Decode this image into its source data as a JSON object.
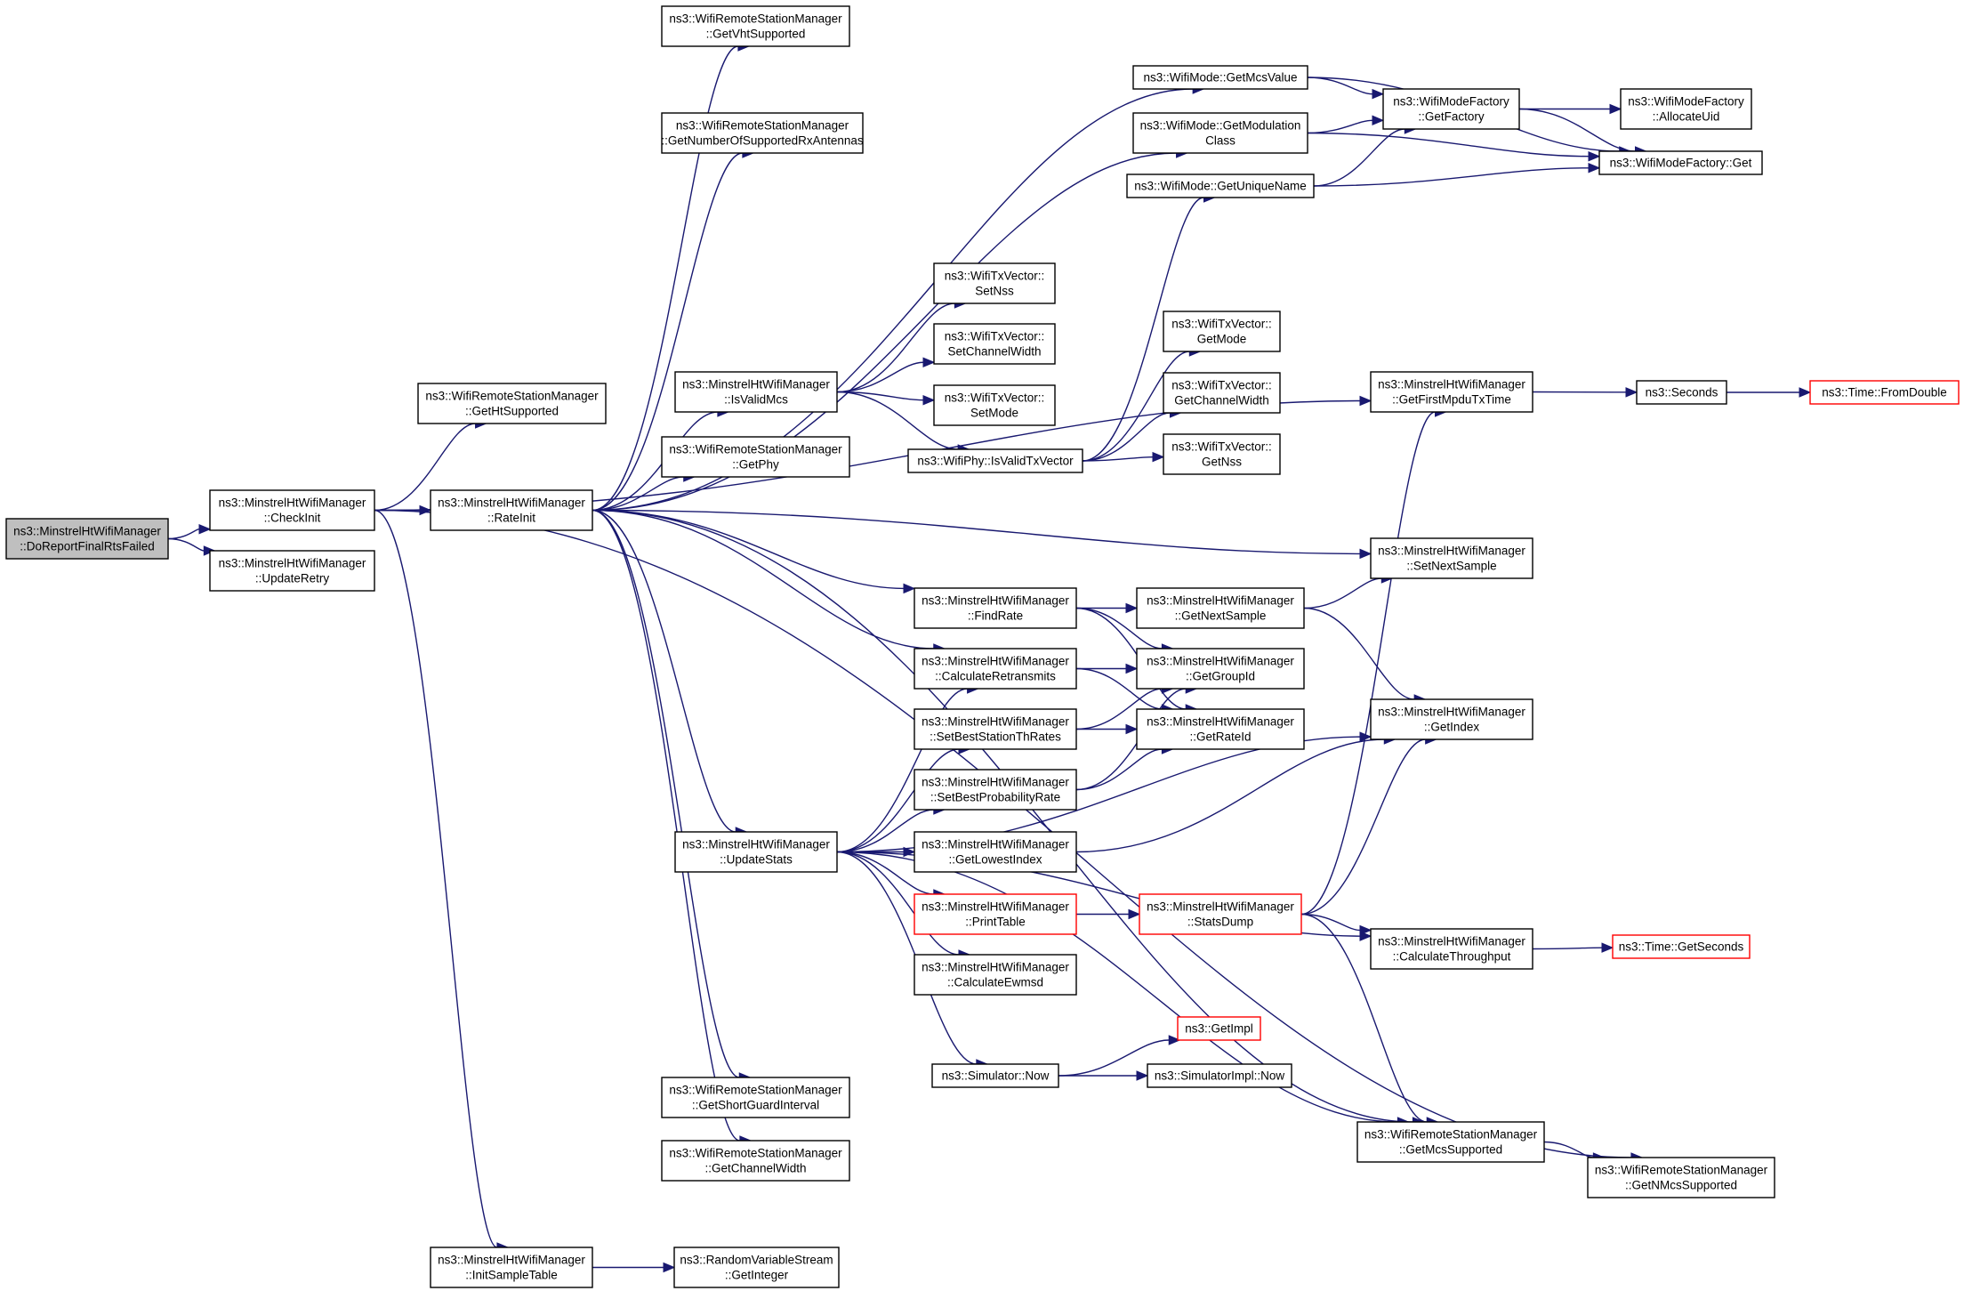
{
  "colors": {
    "edge": "#191970",
    "node_border": "#000000",
    "node_border_truncated": "#ff0000",
    "root_fill": "#bfbfbf",
    "node_fill": "#ffffff",
    "text": "#000000"
  },
  "nodes": [
    {
      "id": "DoReportFinalRtsFailed",
      "lines": [
        "ns3::MinstrelHtWifiManager",
        "::DoReportFinalRtsFailed"
      ],
      "root": true
    },
    {
      "id": "CheckInit",
      "lines": [
        "ns3::MinstrelHtWifiManager",
        "::CheckInit"
      ]
    },
    {
      "id": "UpdateRetry",
      "lines": [
        "ns3::MinstrelHtWifiManager",
        "::UpdateRetry"
      ]
    },
    {
      "id": "GetHtSupported",
      "lines": [
        "ns3::WifiRemoteStationManager",
        "::GetHtSupported"
      ]
    },
    {
      "id": "RateInit",
      "lines": [
        "ns3::MinstrelHtWifiManager",
        "::RateInit"
      ]
    },
    {
      "id": "InitSampleTable",
      "lines": [
        "ns3::MinstrelHtWifiManager",
        "::InitSampleTable"
      ]
    },
    {
      "id": "GetVhtSupported",
      "lines": [
        "ns3::WifiRemoteStationManager",
        "::GetVhtSupported"
      ]
    },
    {
      "id": "GetNumberOfSupportedRxAntennas",
      "lines": [
        "ns3::WifiRemoteStationManager",
        "::GetNumberOfSupportedRxAntennas"
      ]
    },
    {
      "id": "IsValidMcs",
      "lines": [
        "ns3::MinstrelHtWifiManager",
        "::IsValidMcs"
      ]
    },
    {
      "id": "GetPhy",
      "lines": [
        "ns3::WifiRemoteStationManager",
        "::GetPhy"
      ]
    },
    {
      "id": "UpdateStats",
      "lines": [
        "ns3::MinstrelHtWifiManager",
        "::UpdateStats"
      ]
    },
    {
      "id": "GetShortGuardInterval",
      "lines": [
        "ns3::WifiRemoteStationManager",
        "::GetShortGuardInterval"
      ]
    },
    {
      "id": "GetChannelWidth",
      "lines": [
        "ns3::WifiRemoteStationManager",
        "::GetChannelWidth"
      ]
    },
    {
      "id": "GetInteger",
      "lines": [
        "ns3::RandomVariableStream",
        "::GetInteger"
      ]
    },
    {
      "id": "SetNss",
      "lines": [
        "ns3::WifiTxVector::",
        "SetNss"
      ]
    },
    {
      "id": "SetChannelWidth",
      "lines": [
        "ns3::WifiTxVector::",
        "SetChannelWidth"
      ]
    },
    {
      "id": "SetMode",
      "lines": [
        "ns3::WifiTxVector::",
        "SetMode"
      ]
    },
    {
      "id": "IsValidTxVector",
      "lines": [
        "ns3::WifiPhy::IsValidTxVector"
      ]
    },
    {
      "id": "FindRate",
      "lines": [
        "ns3::MinstrelHtWifiManager",
        "::FindRate"
      ]
    },
    {
      "id": "CalculateRetransmits",
      "lines": [
        "ns3::MinstrelHtWifiManager",
        "::CalculateRetransmits"
      ]
    },
    {
      "id": "SetBestStationThRates",
      "lines": [
        "ns3::MinstrelHtWifiManager",
        "::SetBestStationThRates"
      ]
    },
    {
      "id": "SetBestProbabilityRate",
      "lines": [
        "ns3::MinstrelHtWifiManager",
        "::SetBestProbabilityRate"
      ]
    },
    {
      "id": "GetLowestIndex",
      "lines": [
        "ns3::MinstrelHtWifiManager",
        "::GetLowestIndex"
      ]
    },
    {
      "id": "PrintTable",
      "lines": [
        "ns3::MinstrelHtWifiManager",
        "::PrintTable"
      ],
      "truncated": true
    },
    {
      "id": "CalculateEwmsd",
      "lines": [
        "ns3::MinstrelHtWifiManager",
        "::CalculateEwmsd"
      ]
    },
    {
      "id": "SimulatorNow",
      "lines": [
        "ns3::Simulator::Now"
      ]
    },
    {
      "id": "GetMcsValue",
      "lines": [
        "ns3::WifiMode::GetMcsValue"
      ]
    },
    {
      "id": "GetModulationClass",
      "lines": [
        "ns3::WifiMode::GetModulation",
        "Class"
      ]
    },
    {
      "id": "GetUniqueName",
      "lines": [
        "ns3::WifiMode::GetUniqueName"
      ]
    },
    {
      "id": "TxGetMode",
      "lines": [
        "ns3::WifiTxVector::",
        "GetMode"
      ]
    },
    {
      "id": "TxGetChannelWidth",
      "lines": [
        "ns3::WifiTxVector::",
        "GetChannelWidth"
      ]
    },
    {
      "id": "TxGetNss",
      "lines": [
        "ns3::WifiTxVector::",
        "GetNss"
      ]
    },
    {
      "id": "GetNextSample",
      "lines": [
        "ns3::MinstrelHtWifiManager",
        "::GetNextSample"
      ]
    },
    {
      "id": "GetGroupId",
      "lines": [
        "ns3::MinstrelHtWifiManager",
        "::GetGroupId"
      ]
    },
    {
      "id": "GetRateId",
      "lines": [
        "ns3::MinstrelHtWifiManager",
        "::GetRateId"
      ]
    },
    {
      "id": "StatsDump",
      "lines": [
        "ns3::MinstrelHtWifiManager",
        "::StatsDump"
      ],
      "truncated": true
    },
    {
      "id": "GetImpl",
      "lines": [
        "ns3::GetImpl"
      ],
      "truncated": true
    },
    {
      "id": "SimulatorImplNow",
      "lines": [
        "ns3::SimulatorImpl::Now"
      ]
    },
    {
      "id": "GetFactory",
      "lines": [
        "ns3::WifiModeFactory",
        "::GetFactory"
      ]
    },
    {
      "id": "WifiModeFactoryGet",
      "lines": [
        "ns3::WifiModeFactory::Get"
      ]
    },
    {
      "id": "AllocateUid",
      "lines": [
        "ns3::WifiModeFactory",
        "::AllocateUid"
      ]
    },
    {
      "id": "GetFirstMpduTxTime",
      "lines": [
        "ns3::MinstrelHtWifiManager",
        "::GetFirstMpduTxTime"
      ]
    },
    {
      "id": "SetNextSample",
      "lines": [
        "ns3::MinstrelHtWifiManager",
        "::SetNextSample"
      ]
    },
    {
      "id": "GetIndex",
      "lines": [
        "ns3::MinstrelHtWifiManager",
        "::GetIndex"
      ]
    },
    {
      "id": "CalculateThroughput",
      "lines": [
        "ns3::MinstrelHtWifiManager",
        "::CalculateThroughput"
      ]
    },
    {
      "id": "GetMcsSupported",
      "lines": [
        "ns3::WifiRemoteStationManager",
        "::GetMcsSupported"
      ]
    },
    {
      "id": "GetNMcsSupported",
      "lines": [
        "ns3::WifiRemoteStationManager",
        "::GetNMcsSupported"
      ]
    },
    {
      "id": "Seconds",
      "lines": [
        "ns3::Seconds"
      ]
    },
    {
      "id": "FromDouble",
      "lines": [
        "ns3::Time::FromDouble"
      ],
      "truncated": true
    },
    {
      "id": "GetSeconds",
      "lines": [
        "ns3::Time::GetSeconds"
      ],
      "truncated": true
    }
  ],
  "edges": [
    [
      "DoReportFinalRtsFailed",
      "CheckInit"
    ],
    [
      "DoReportFinalRtsFailed",
      "UpdateRetry"
    ],
    [
      "CheckInit",
      "GetHtSupported"
    ],
    [
      "CheckInit",
      "RateInit"
    ],
    [
      "CheckInit",
      "InitSampleTable"
    ],
    [
      "CheckInit",
      "GetFirstMpduTxTime"
    ],
    [
      "CheckInit",
      "GetNMcsSupported"
    ],
    [
      "RateInit",
      "GetVhtSupported"
    ],
    [
      "RateInit",
      "GetNumberOfSupportedRxAntennas"
    ],
    [
      "RateInit",
      "IsValidMcs"
    ],
    [
      "RateInit",
      "GetPhy"
    ],
    [
      "RateInit",
      "UpdateStats"
    ],
    [
      "RateInit",
      "GetShortGuardInterval"
    ],
    [
      "RateInit",
      "GetChannelWidth"
    ],
    [
      "RateInit",
      "GetMcsValue"
    ],
    [
      "RateInit",
      "GetModulationClass"
    ],
    [
      "RateInit",
      "FindRate"
    ],
    [
      "RateInit",
      "CalculateRetransmits"
    ],
    [
      "RateInit",
      "SetNextSample"
    ],
    [
      "RateInit",
      "GetMcsSupported"
    ],
    [
      "InitSampleTable",
      "GetInteger"
    ],
    [
      "IsValidMcs",
      "SetNss"
    ],
    [
      "IsValidMcs",
      "SetChannelWidth"
    ],
    [
      "IsValidMcs",
      "SetMode"
    ],
    [
      "IsValidMcs",
      "IsValidTxVector"
    ],
    [
      "IsValidTxVector",
      "TxGetMode"
    ],
    [
      "IsValidTxVector",
      "TxGetChannelWidth"
    ],
    [
      "IsValidTxVector",
      "TxGetNss"
    ],
    [
      "IsValidTxVector",
      "GetUniqueName"
    ],
    [
      "UpdateStats",
      "CalculateRetransmits"
    ],
    [
      "UpdateStats",
      "SetBestStationThRates"
    ],
    [
      "UpdateStats",
      "SetBestProbabilityRate"
    ],
    [
      "UpdateStats",
      "GetLowestIndex"
    ],
    [
      "UpdateStats",
      "PrintTable"
    ],
    [
      "UpdateStats",
      "CalculateEwmsd"
    ],
    [
      "UpdateStats",
      "SimulatorNow"
    ],
    [
      "UpdateStats",
      "GetIndex"
    ],
    [
      "UpdateStats",
      "CalculateThroughput"
    ],
    [
      "UpdateStats",
      "GetMcsSupported"
    ],
    [
      "FindRate",
      "GetNextSample"
    ],
    [
      "FindRate",
      "GetGroupId"
    ],
    [
      "FindRate",
      "GetRateId"
    ],
    [
      "CalculateRetransmits",
      "GetGroupId"
    ],
    [
      "CalculateRetransmits",
      "GetRateId"
    ],
    [
      "SetBestStationThRates",
      "GetGroupId"
    ],
    [
      "SetBestStationThRates",
      "GetRateId"
    ],
    [
      "SetBestProbabilityRate",
      "GetGroupId"
    ],
    [
      "SetBestProbabilityRate",
      "GetRateId"
    ],
    [
      "GetLowestIndex",
      "GetIndex"
    ],
    [
      "PrintTable",
      "StatsDump"
    ],
    [
      "StatsDump",
      "GetFirstMpduTxTime"
    ],
    [
      "StatsDump",
      "GetIndex"
    ],
    [
      "StatsDump",
      "CalculateThroughput"
    ],
    [
      "StatsDump",
      "GetMcsSupported"
    ],
    [
      "SimulatorNow",
      "GetImpl"
    ],
    [
      "SimulatorNow",
      "SimulatorImplNow"
    ],
    [
      "GetNextSample",
      "SetNextSample"
    ],
    [
      "GetNextSample",
      "GetIndex"
    ],
    [
      "GetMcsValue",
      "GetFactory"
    ],
    [
      "GetMcsValue",
      "WifiModeFactoryGet"
    ],
    [
      "GetModulationClass",
      "GetFactory"
    ],
    [
      "GetModulationClass",
      "WifiModeFactoryGet"
    ],
    [
      "GetUniqueName",
      "GetFactory"
    ],
    [
      "GetUniqueName",
      "WifiModeFactoryGet"
    ],
    [
      "GetFactory",
      "AllocateUid"
    ],
    [
      "GetFactory",
      "WifiModeFactoryGet"
    ],
    [
      "GetFirstMpduTxTime",
      "Seconds"
    ],
    [
      "Seconds",
      "FromDouble"
    ],
    [
      "CalculateThroughput",
      "GetSeconds"
    ],
    [
      "GetMcsSupported",
      "GetNMcsSupported"
    ]
  ]
}
